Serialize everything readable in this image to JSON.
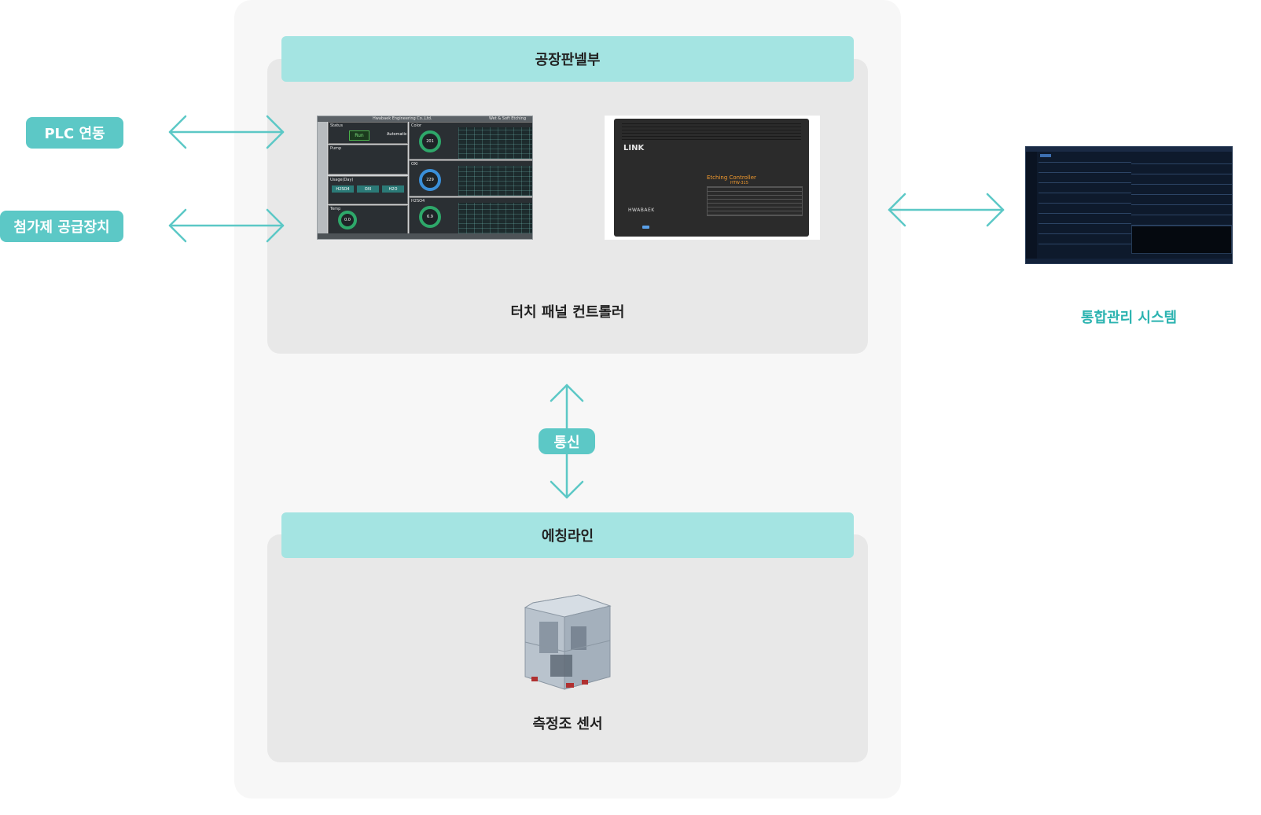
{
  "colors": {
    "accent": "#5cc8c6",
    "header_bg": "#a4e4e2",
    "group_bg": "#e8e8e8",
    "outer_bg": "#f7f7f7",
    "caption_teal": "#2bb3b0"
  },
  "left_pills": {
    "plc": "PLC 연동",
    "additive": "첨가제 공급장치"
  },
  "factory_panel": {
    "header": "공장판넬부",
    "caption": "터치 패널 컨트롤러",
    "touch_screen": {
      "title": "Hwabaek Engineering Co.,Ltd.",
      "subtitle": "Wet & Soft Etching System",
      "status_label": "Status",
      "run_label": "Run",
      "mode_label": "Automatic",
      "pump_label": "Pump",
      "usage_label": "Usage(Day)",
      "chemicals": [
        "H2SO4",
        "OXI",
        "H2O"
      ],
      "temp_label": "Temp",
      "temp_value": "0.0",
      "color_label": "Color",
      "color_value": "201",
      "oxi_label": "OXI",
      "oxi_value": "229",
      "h2so4_label": "H2SO4",
      "h2so4_value": "6.9"
    },
    "controller": {
      "logo": "LINK",
      "title": "Etching Controller",
      "model": "HTW-315",
      "brand": "HWABAEK"
    }
  },
  "communication": {
    "label": "통신"
  },
  "etching_line": {
    "header": "에칭라인",
    "caption": "측정조 센서"
  },
  "integrated_system": {
    "caption": "통합관리 시스템"
  }
}
